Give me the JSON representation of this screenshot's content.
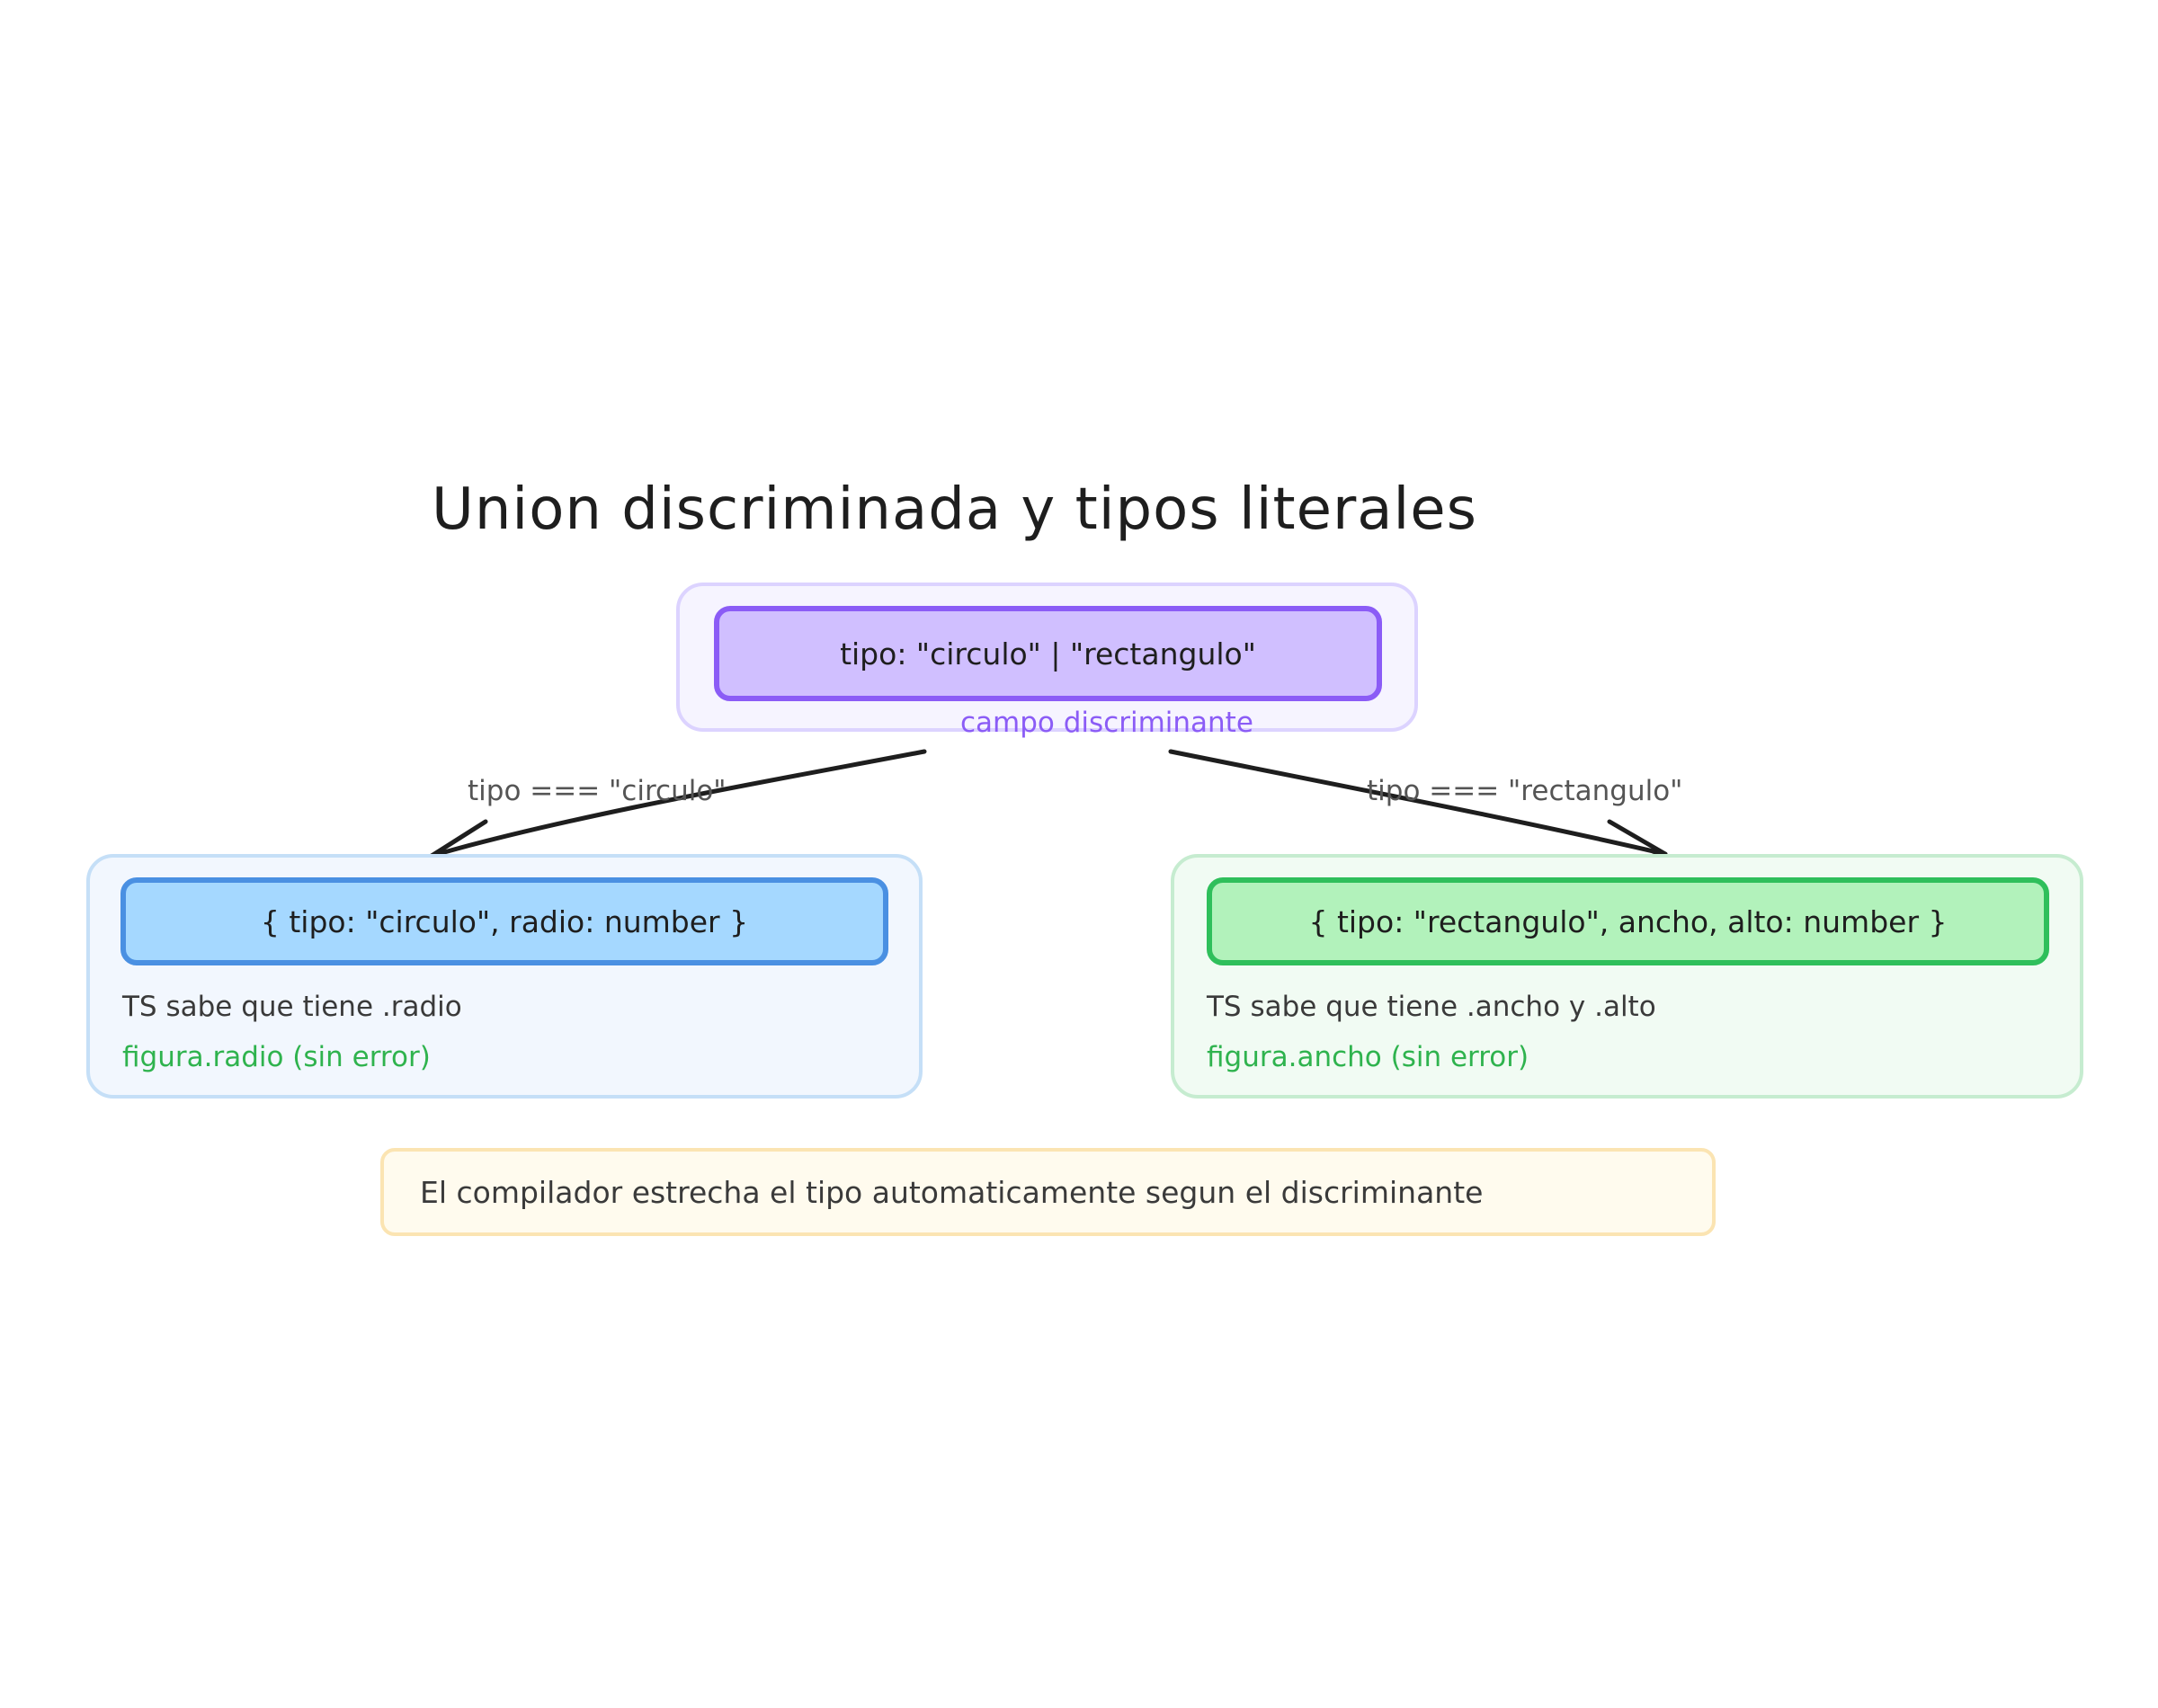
{
  "title": "Union discriminada y tipos literales",
  "union_box": {
    "label": "tipo: \"circulo\" | \"rectangulo\"",
    "caption": "campo discriminante"
  },
  "branches": {
    "left": {
      "arrow_label": "tipo === \"circulo\"",
      "type_label": "{ tipo: \"circulo\", radio: number }",
      "note": "TS sabe que tiene .radio",
      "access": "figura.radio  (sin error)"
    },
    "right": {
      "arrow_label": "tipo === \"rectangulo\"",
      "type_label": "{ tipo: \"rectangulo\", ancho, alto: number }",
      "note": "TS sabe que tiene .ancho y .alto",
      "access": "figura.ancho  (sin error)"
    }
  },
  "footer_note": "El compilador estrecha el tipo automaticamente segun el discriminante",
  "colors": {
    "union_fill": "#d0bfff",
    "union_stroke": "#8b5cf6",
    "circle_fill": "#a5d8ff",
    "circle_stroke": "#4a90e2",
    "rect_fill": "#b2f2bb",
    "rect_stroke": "#2fbf5b",
    "success_text": "#2fb34e",
    "note_fill": "#fffbee",
    "note_stroke": "#fbe4b2",
    "arrow": "#1e1e1e"
  }
}
